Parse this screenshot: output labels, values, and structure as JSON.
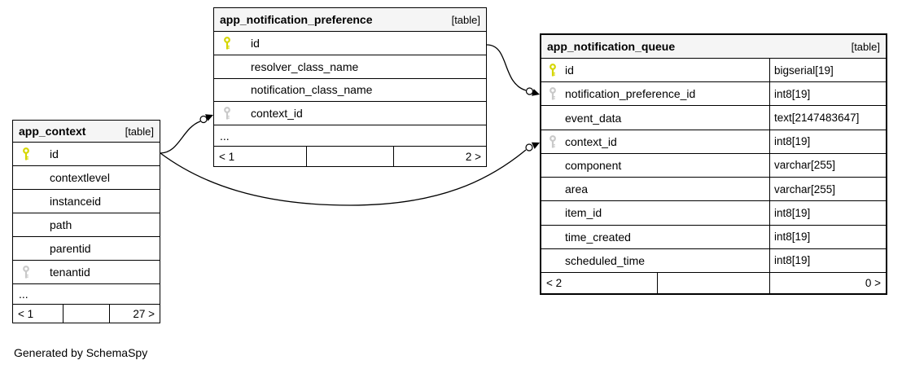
{
  "page": {
    "generated_by": "Generated by SchemaSpy"
  },
  "colors": {
    "background": "#ffffff",
    "table_border": "#000000",
    "header_background": "#f5f5f5",
    "row_background": "#ffffff",
    "primary_key_icon": "#d5d600",
    "foreign_key_icon": "#c9c9c9",
    "relation_line": "#000000"
  },
  "tables": [
    {
      "name": "app_notification_preference",
      "tag": "[table]",
      "columns": [
        {
          "name": "id",
          "key": "primary"
        },
        {
          "name": "resolver_class_name",
          "key": ""
        },
        {
          "name": "notification_class_name",
          "key": ""
        },
        {
          "name": "context_id",
          "key": "foreign"
        }
      ],
      "ellipsis": "...",
      "footer": {
        "left": "< 1",
        "mid": "",
        "right": "2 >"
      }
    },
    {
      "name": "app_notification_queue",
      "tag": "[table]",
      "columns": [
        {
          "name": "id",
          "key": "primary",
          "type": "bigserial[19]"
        },
        {
          "name": "notification_preference_id",
          "key": "foreign",
          "type": "int8[19]"
        },
        {
          "name": "event_data",
          "key": "",
          "type": "text[2147483647]"
        },
        {
          "name": "context_id",
          "key": "foreign",
          "type": "int8[19]"
        },
        {
          "name": "component",
          "key": "",
          "type": "varchar[255]"
        },
        {
          "name": "area",
          "key": "",
          "type": "varchar[255]"
        },
        {
          "name": "item_id",
          "key": "",
          "type": "int8[19]"
        },
        {
          "name": "time_created",
          "key": "",
          "type": "int8[19]"
        },
        {
          "name": "scheduled_time",
          "key": "",
          "type": "int8[19]"
        }
      ],
      "footer": {
        "left": "< 2",
        "mid": "",
        "right": "0 >"
      }
    },
    {
      "name": "app_context",
      "tag": "[table]",
      "columns": [
        {
          "name": "id",
          "key": "primary"
        },
        {
          "name": "contextlevel",
          "key": ""
        },
        {
          "name": "instanceid",
          "key": ""
        },
        {
          "name": "path",
          "key": ""
        },
        {
          "name": "parentid",
          "key": ""
        },
        {
          "name": "tenantid",
          "key": "foreign"
        }
      ],
      "ellipsis": "...",
      "footer": {
        "left": "< 1",
        "mid": "",
        "right": "27 >"
      }
    }
  ],
  "relationships": [
    {
      "from": "app_notification_preference.id",
      "to": "app_notification_queue.notification_preference_id"
    },
    {
      "from": "app_context.id",
      "to": "app_notification_preference.context_id"
    },
    {
      "from": "app_context.id",
      "to": "app_notification_queue.context_id"
    }
  ]
}
